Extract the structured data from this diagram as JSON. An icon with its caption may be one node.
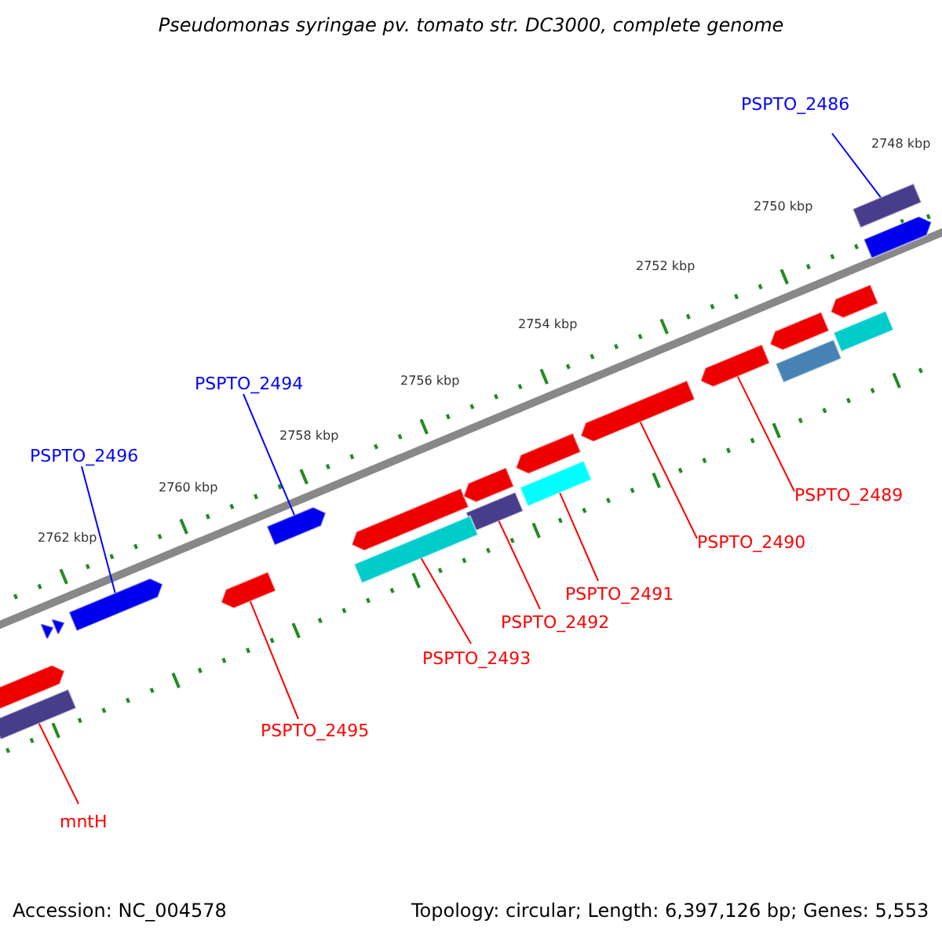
{
  "diagram": {
    "title": "Pseudomonas syringae pv. tomato str. DC3000, complete genome",
    "nodes": [
      {
        "text": [
          "PSPTO_2486"
        ]
      },
      {
        "text": [],
        "shape": "arrow"
      },
      {
        "text": [
          "PSPTO_2494"
        ]
      },
      {
        "text": [],
        "shape": "arrow"
      },
      {
        "text": [
          "PSPTO_2496"
        ]
      },
      {
        "text": [],
        "shape": "arrow"
      },
      {
        "text": [
          "PSPTO_2489"
        ]
      },
      {
        "text": [],
        "shape": "arrow"
      },
      {
        "text": [
          "PSPTO_2490"
        ]
      },
      {
        "text": [],
        "shape": "arrow"
      },
      {
        "text": [
          "PSPTO_2491"
        ]
      },
      {
        "text": [],
        "shape": "arrow"
      },
      {
        "text": [
          "PSPTO_2492"
        ]
      },
      {
        "text": [],
        "shape": "arrow"
      },
      {
        "text": [
          "PSPTO_2493"
        ]
      },
      {
        "text": [],
        "shape": "arrow"
      },
      {
        "text": [
          "PSPTO_2495"
        ]
      },
      {
        "text": [],
        "shape": "arrow"
      },
      {
        "text": [
          "mntH"
        ]
      },
      {
        "text": [],
        "shape": "arrow"
      },
      {
        "text": [],
        "shape": "arrow"
      },
      {
        "text": [],
        "shape": "arrow"
      },
      {
        "text": [],
        "shape": "arrow"
      },
      {
        "text": [],
        "shape": "arrow"
      },
      {
        "text": [],
        "shape": "arrow"
      },
      {
        "text": [],
        "shape": "arrow"
      },
      {
        "text": [],
        "shape": "arrow"
      },
      {
        "text": [],
        "shape": "arrow"
      },
      {
        "text": [],
        "shape": "arrow"
      },
      {
        "text": [],
        "shape": "arrow"
      },
      {
        "text": [],
        "shape": "arrow"
      }
    ],
    "edges": [
      {
        "from": 0,
        "to": 1,
        "arrow": "none",
        "color": "#0000ff"
      },
      {
        "from": 2,
        "to": 3,
        "arrow": "none",
        "color": "#0000ff"
      },
      {
        "from": 4,
        "to": 5,
        "arrow": "none",
        "color": "#0000ff"
      },
      {
        "from": 6,
        "to": 7,
        "arrow": "none"
      },
      {
        "from": 8,
        "to": 9,
        "arrow": "none"
      },
      {
        "from": 10,
        "to": 11,
        "arrow": "none"
      },
      {
        "from": 12,
        "to": 13,
        "arrow": "none"
      },
      {
        "from": 14,
        "to": 15,
        "arrow": "none"
      },
      {
        "from": 16,
        "to": 17,
        "arrow": "none"
      },
      {
        "from": 18,
        "to": 19,
        "arrow": "none"
      }
    ],
    "labels": [
      "2748 kbp",
      "2750 kbp",
      "2752 kbp",
      "2754 kbp",
      "2756 kbp",
      "2758 kbp",
      "2760 kbp",
      "2762 kbp",
      "Accession: NC_004578",
      "Topology: circular; Length: 6,397,126 bp; Genes: 5,553"
    ]
  }
}
